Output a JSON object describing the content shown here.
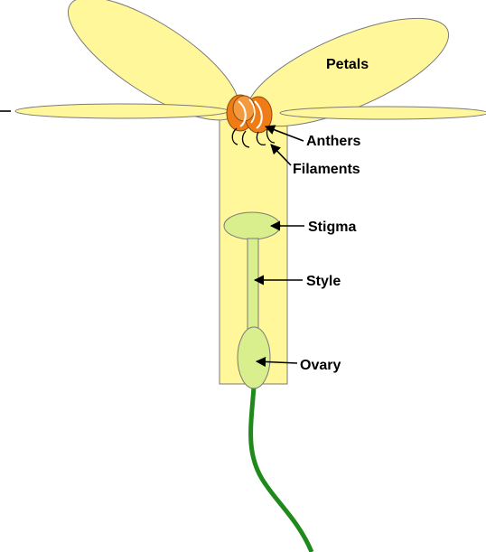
{
  "labels": {
    "petals": "Petals",
    "anthers": "Anthers",
    "filaments": "Filaments",
    "stigma": "Stigma",
    "style": "Style",
    "ovary": "Ovary"
  },
  "colors": {
    "petal": "#fff799",
    "receptacle": "#fff799",
    "anther": "#f07c16",
    "pistil": "#d9ee8c",
    "stem": "#1f8a1c",
    "outline": "#7a7a7a"
  }
}
